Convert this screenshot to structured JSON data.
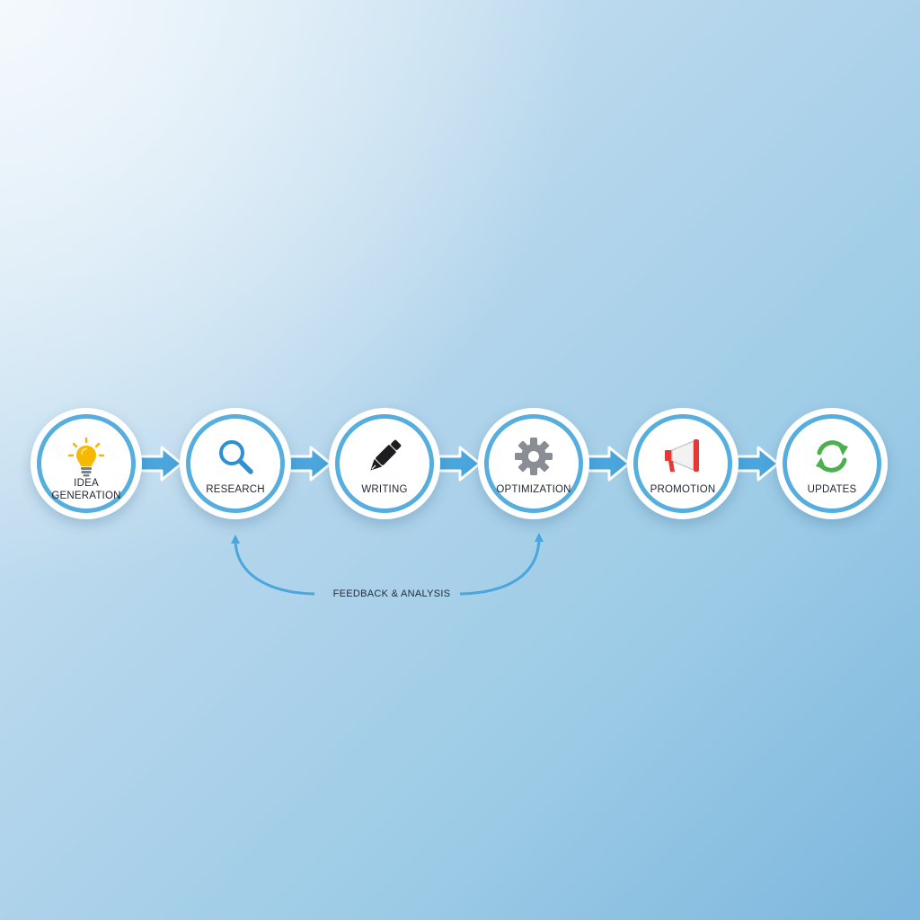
{
  "steps": [
    {
      "label": "IDEA\nGENERATION",
      "icon": "lightbulb-icon",
      "color": "#f4b400"
    },
    {
      "label": "RESEARCH",
      "icon": "magnifier-icon",
      "color": "#2f8fd0"
    },
    {
      "label": "WRITING",
      "icon": "pen-icon",
      "color": "#1d1d1f"
    },
    {
      "label": "OPTIMIZATION",
      "icon": "gear-icon",
      "color": "#8a8d93"
    },
    {
      "label": "PROMOTION",
      "icon": "megaphone-icon",
      "color": "#e53935"
    },
    {
      "label": "UPDATES",
      "icon": "refresh-icon",
      "color": "#4caf50"
    }
  ],
  "feedback": {
    "label": "FEEDBACK & ANALYSIS"
  },
  "colors": {
    "ring": "#55aedd",
    "arrow": "#4aa6dc",
    "text": "#222833"
  }
}
